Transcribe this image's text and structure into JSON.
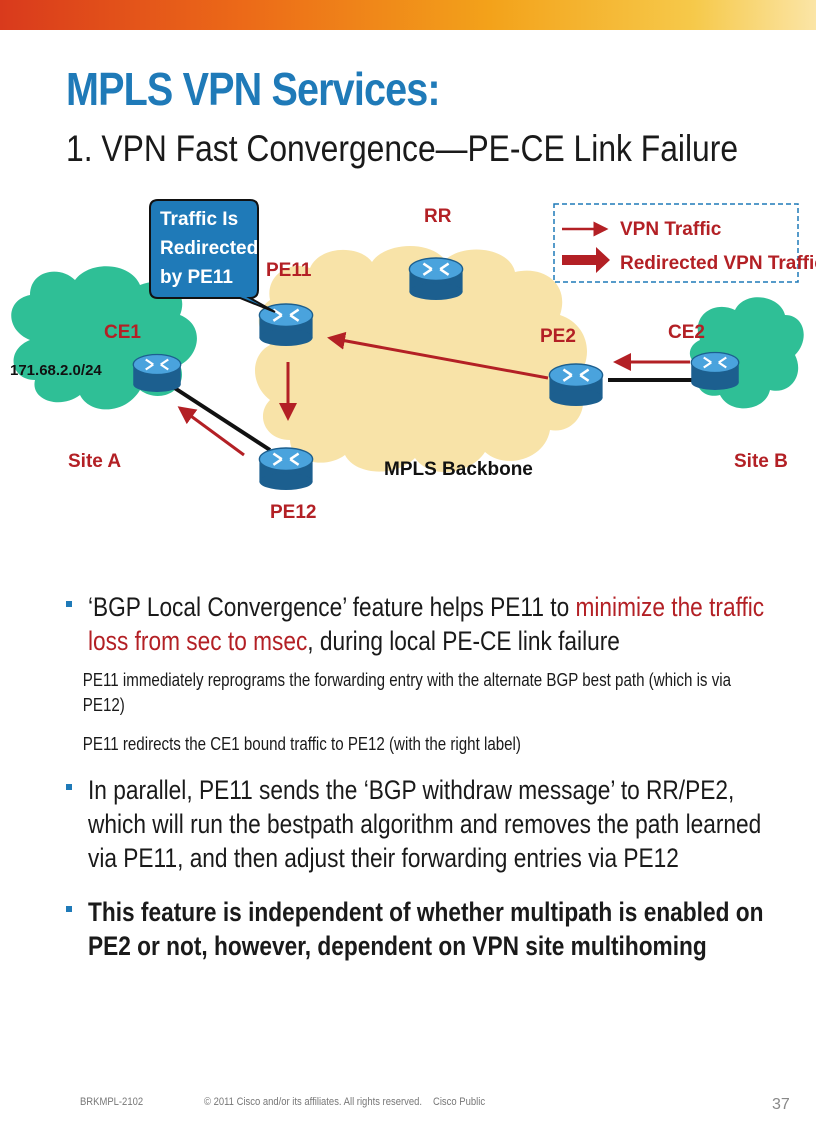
{
  "title": "MPLS VPN Services:",
  "subtitle": "1. VPN Fast Convergence—PE-CE Link Failure",
  "diagram": {
    "callout": [
      "Traffic Is",
      "Redirected",
      "by PE11"
    ],
    "legend": {
      "vpn_traffic": "VPN Traffic",
      "redirected": "Redirected VPN Traffic"
    },
    "nodes": {
      "rr": "RR",
      "pe11": "PE11",
      "pe12": "PE12",
      "pe2": "PE2",
      "ce1": "CE1",
      "ce2": "CE2"
    },
    "prefix": "171.68.2.0/24",
    "site_a": "Site A",
    "site_b": "Site B",
    "backbone": "MPLS Backbone",
    "colors": {
      "cloud_green": "#2fbf96",
      "cloud_tan": "#f8e3a8",
      "arrow_red": "#b32025",
      "router_blue": "#2a7fbf"
    }
  },
  "bullets": {
    "b1_pre": "‘BGP Local Convergence’ feature helps PE11 to ",
    "b1_red": "minimize the traffic loss from sec to msec",
    "b1_post": ", during local PE-CE link failure",
    "sub1": "PE11 immediately reprograms the forwarding entry with the alternate BGP best path (which is via PE12)",
    "sub2": "PE11 redirects the CE1 bound traffic to PE12 (with the right label)",
    "b2": "In parallel, PE11 sends the ‘BGP withdraw message’ to RR/PE2, which will run the bestpath algorithm and removes the path learned via PE11, and then adjust their forwarding entries via PE12",
    "b3": "This feature is independent of whether multipath is enabled on PE2 or not, however, dependent on VPN site multihoming"
  },
  "footer": {
    "code": "BRKMPL-2102",
    "copyright": "© 2011 Cisco and/or its affiliates. All rights reserved.",
    "public": "Cisco Public",
    "page": "37"
  }
}
